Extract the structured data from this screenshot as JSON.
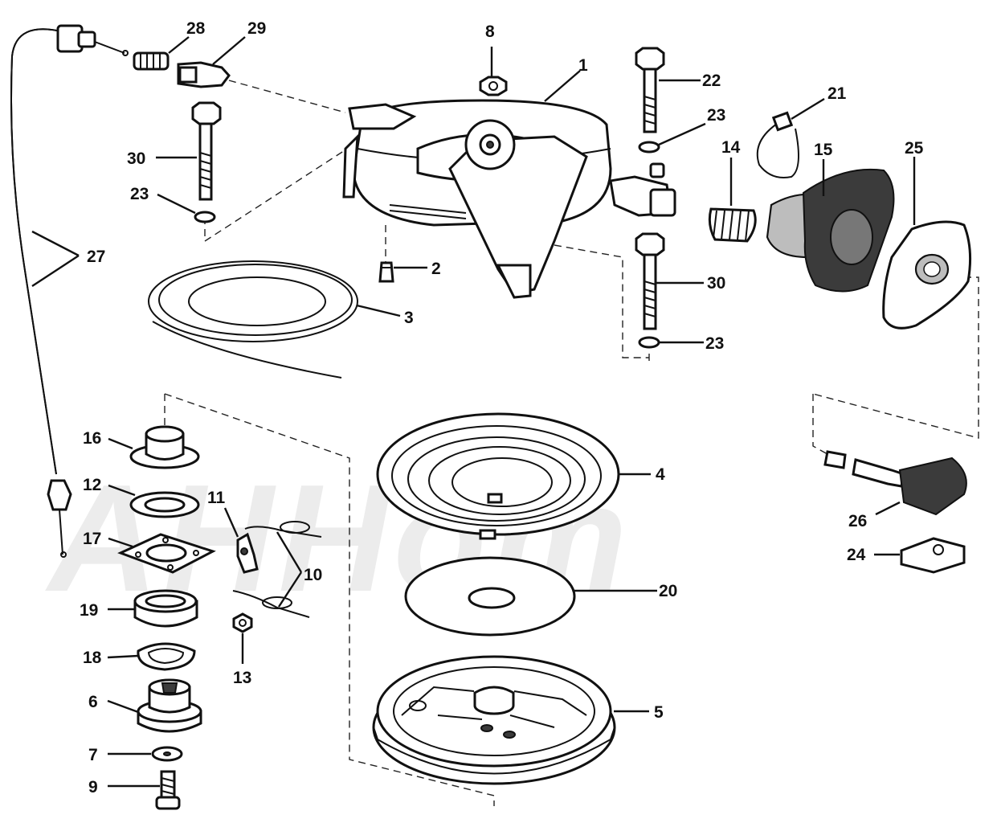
{
  "watermark": {
    "text": "AHHom",
    "color": "#ececec"
  },
  "callouts": [
    {
      "id": "1",
      "label": "1"
    },
    {
      "id": "2",
      "label": "2"
    },
    {
      "id": "3",
      "label": "3"
    },
    {
      "id": "4",
      "label": "4"
    },
    {
      "id": "5",
      "label": "5"
    },
    {
      "id": "6",
      "label": "6"
    },
    {
      "id": "7",
      "label": "7"
    },
    {
      "id": "8",
      "label": "8"
    },
    {
      "id": "9",
      "label": "9"
    },
    {
      "id": "10",
      "label": "10"
    },
    {
      "id": "11",
      "label": "11"
    },
    {
      "id": "12",
      "label": "12"
    },
    {
      "id": "13",
      "label": "13"
    },
    {
      "id": "14",
      "label": "14"
    },
    {
      "id": "15",
      "label": "15"
    },
    {
      "id": "16",
      "label": "16"
    },
    {
      "id": "17",
      "label": "17"
    },
    {
      "id": "18",
      "label": "18"
    },
    {
      "id": "19",
      "label": "19"
    },
    {
      "id": "20",
      "label": "20"
    },
    {
      "id": "21",
      "label": "21"
    },
    {
      "id": "22",
      "label": "22"
    },
    {
      "id": "23a",
      "label": "23"
    },
    {
      "id": "23b",
      "label": "23"
    },
    {
      "id": "23c",
      "label": "23"
    },
    {
      "id": "24",
      "label": "24"
    },
    {
      "id": "25",
      "label": "25"
    },
    {
      "id": "26",
      "label": "26"
    },
    {
      "id": "27",
      "label": "27"
    },
    {
      "id": "28",
      "label": "28"
    },
    {
      "id": "29",
      "label": "29"
    },
    {
      "id": "30a",
      "label": "30"
    },
    {
      "id": "30b",
      "label": "30"
    }
  ]
}
